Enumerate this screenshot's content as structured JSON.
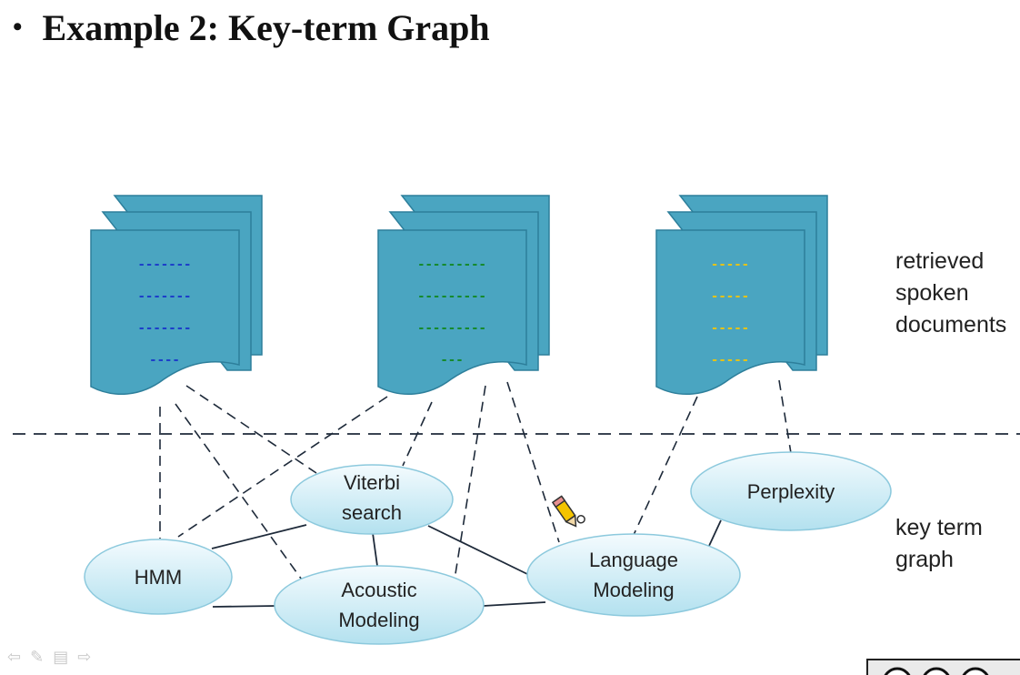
{
  "title": {
    "bullet": "•",
    "text": "Example 2: Key-term Graph"
  },
  "labels": {
    "documents": "retrieved\nspoken\ndocuments",
    "graph": "key term\ngraph"
  },
  "colors": {
    "document_fill": "#4aa5c1",
    "document_stroke": "#2d7f9b",
    "node_fill_top": "#f4fbfe",
    "node_fill_bottom": "#b3e1ef",
    "node_stroke": "#8cc9dd",
    "doc1_text_lines": "#1d3fc9",
    "doc2_text_lines": "#168a2e",
    "doc3_text_lines": "#e3c21a",
    "edge": "#1e2a3a"
  },
  "documents": [
    {
      "id": "doc1",
      "lines": [
        "-------",
        "-------",
        "-------",
        "----"
      ]
    },
    {
      "id": "doc2",
      "lines": [
        "---------",
        "---------",
        "---------",
        "---"
      ]
    },
    {
      "id": "doc3",
      "lines": [
        "-----",
        "-----",
        "-----",
        "-----"
      ]
    }
  ],
  "nodes": [
    {
      "id": "viterbi",
      "lines": [
        "Viterbi",
        "search"
      ]
    },
    {
      "id": "hmm",
      "lines": [
        "HMM"
      ]
    },
    {
      "id": "acoustic",
      "lines": [
        "Acoustic",
        "Modeling"
      ]
    },
    {
      "id": "language",
      "lines": [
        "Language",
        "Modeling"
      ]
    },
    {
      "id": "perplexity",
      "lines": [
        "Perplexity"
      ]
    }
  ],
  "edges": [
    [
      "hmm",
      "viterbi"
    ],
    [
      "hmm",
      "acoustic"
    ],
    [
      "viterbi",
      "acoustic"
    ],
    [
      "viterbi",
      "language"
    ],
    [
      "acoustic",
      "language"
    ],
    [
      "language",
      "perplexity"
    ]
  ],
  "links": [
    [
      "doc1",
      "hmm"
    ],
    [
      "doc1",
      "acoustic"
    ],
    [
      "doc1",
      "viterbi"
    ],
    [
      "doc2",
      "hmm"
    ],
    [
      "doc2",
      "viterbi"
    ],
    [
      "doc2",
      "acoustic"
    ],
    [
      "doc2",
      "language"
    ],
    [
      "doc3",
      "language"
    ],
    [
      "doc3",
      "perplexity"
    ]
  ],
  "icons": [
    "pencil-icon",
    "nav-back-icon",
    "pen-tool-icon",
    "menu-icon",
    "nav-forward-icon",
    "creative-commons-icon"
  ]
}
